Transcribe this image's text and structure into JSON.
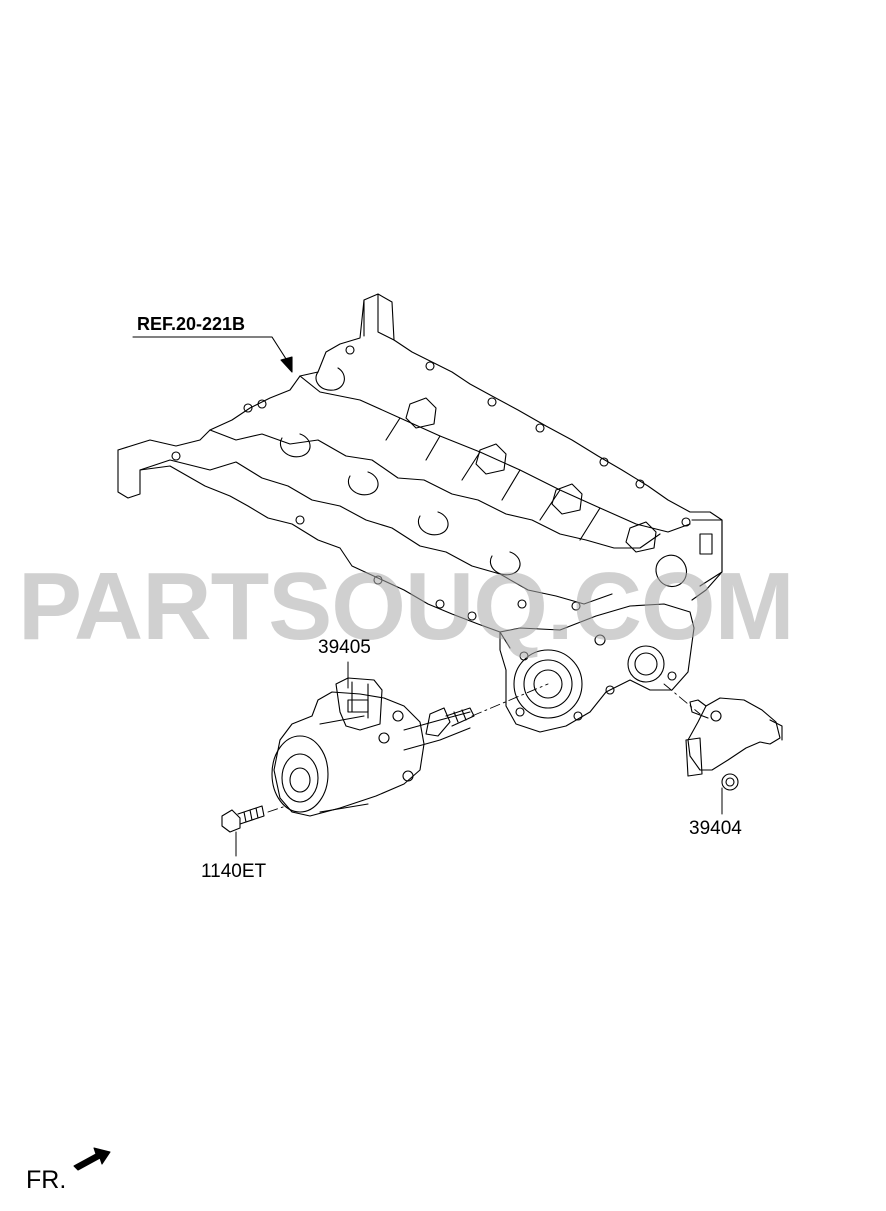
{
  "diagram": {
    "ref_label": "REF.20-221B",
    "watermark": "PARTSOUQ.COM",
    "orientation_label": "FR.",
    "parts": [
      {
        "id": "part-39405",
        "label": "39405"
      },
      {
        "id": "part-39404",
        "label": "39404"
      },
      {
        "id": "part-1140ET",
        "label": "1140ET"
      }
    ]
  },
  "colors": {
    "line": "#000000",
    "background": "#ffffff",
    "watermark": "#aaaaaa"
  }
}
